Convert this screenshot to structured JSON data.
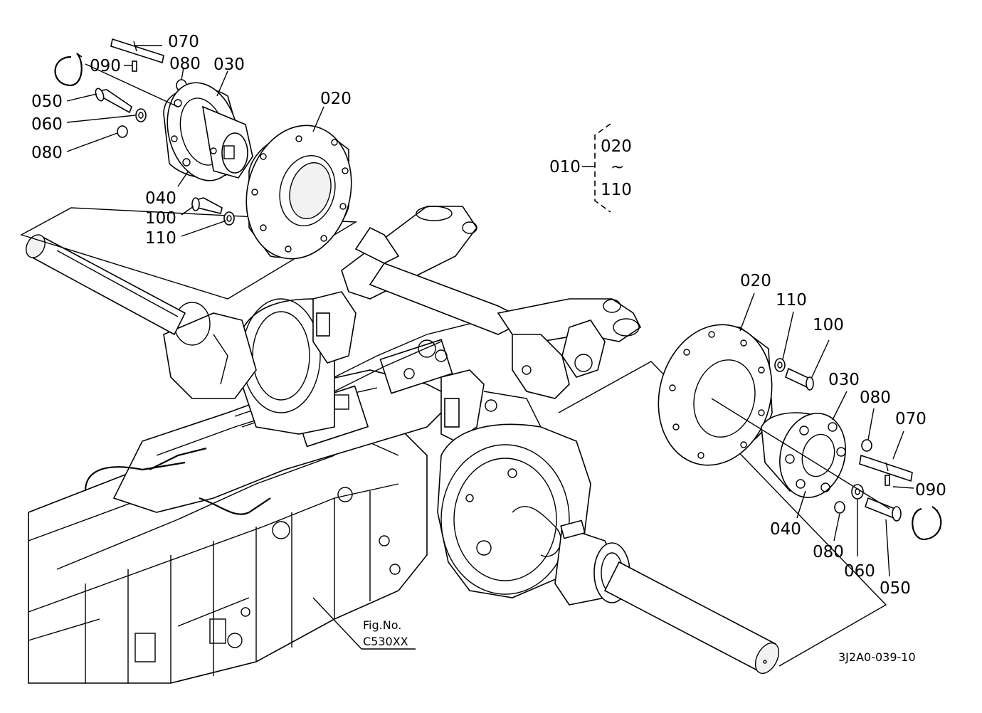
{
  "callouts": {
    "left": {
      "p070": "070",
      "p090": "090",
      "p080_top": "080",
      "p030": "030",
      "p050": "050",
      "p060": "060",
      "p080_low": "080",
      "p020": "020",
      "p040": "040",
      "p100": "100",
      "p110": "110"
    },
    "right": {
      "p020": "020",
      "p110": "110",
      "p100": "100",
      "p030": "030",
      "p080_top": "080",
      "p070": "070",
      "p090": "090",
      "p040": "040",
      "p080_low": "080",
      "p060": "060",
      "p050": "050"
    }
  },
  "assembly": {
    "parent": "010",
    "from": "020",
    "tilde": "~",
    "to": "110"
  },
  "figure_ref": {
    "line1": "Fig.No.",
    "line2": "C530XX"
  },
  "drawing_code": "3J2A0-039-10"
}
